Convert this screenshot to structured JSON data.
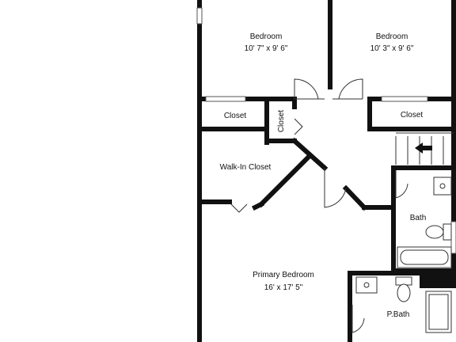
{
  "rooms": {
    "bedroom_left": {
      "name": "Bedroom",
      "dims": "10' 7\" x 9' 6\""
    },
    "bedroom_right": {
      "name": "Bedroom",
      "dims": "10' 3\" x 9' 6\""
    },
    "closet_left": {
      "name": "Closet"
    },
    "closet_center": {
      "name": "Closet"
    },
    "closet_right": {
      "name": "Closet"
    },
    "walk_in_closet": {
      "name": "Walk-In Closet"
    },
    "bath": {
      "name": "Bath"
    },
    "primary_bedroom": {
      "name": "Primary Bedroom",
      "dims": "16' x 17' 5\""
    },
    "p_bath": {
      "name": "P.Bath"
    }
  },
  "colors": {
    "wall": "#111111",
    "background": "#ffffff"
  },
  "icons": [
    "stair-arrow-icon",
    "sink-icon",
    "toilet-icon",
    "bathtub-icon",
    "shower-icon",
    "door-swing-icon"
  ]
}
